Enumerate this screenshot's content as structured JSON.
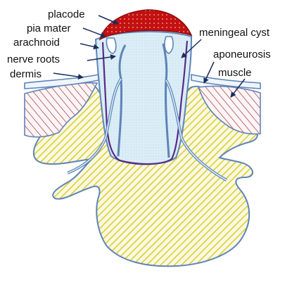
{
  "labels": {
    "placode": "placode",
    "pia_mater": "pia mater",
    "arachnoid": "arachnoid",
    "nerve_roots": "nerve roots",
    "dermis": "dermis",
    "meningeal_cyst": "meningeal cyst",
    "aponeurosis": "aponeurosis",
    "muscle": "muscle"
  },
  "colors": {
    "placode": "#c41010",
    "bone_stripe": "#d9cf2a",
    "bone_bg": "#fbf8e2",
    "cyst_fill": "#dbeef7",
    "outline_blue": "#5e84b7",
    "pia_purple": "#5a2a86",
    "muscle_hatch": "#8a1a2a",
    "muscle_bg": "#fdf4f4"
  }
}
